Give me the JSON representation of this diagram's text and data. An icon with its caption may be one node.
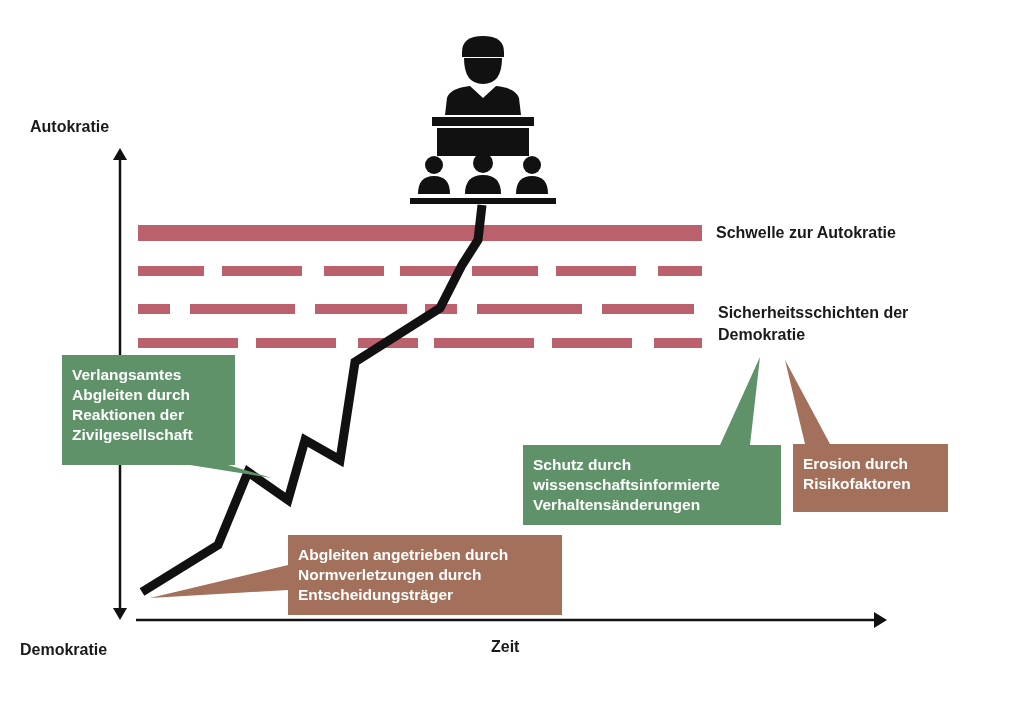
{
  "diagram": {
    "nodes": [
      {
        "text": [
          "Verlangsamtes Abgleiten durch Reaktionen der Zivilgesellschaft"
        ]
      },
      {
        "text": [
          "Schutz durch wissenschaftsinformierte Verhaltensänderungen"
        ]
      },
      {
        "text": [
          "Erosion durch Risikofaktoren"
        ]
      },
      {
        "text": [
          "Abgleiten angetrieben durch Normverletzungen durch Entscheidungsträger"
        ]
      }
    ],
    "edges": [],
    "labels": [
      "Autokratie",
      "Schwelle zur Autokratie",
      "Sicherheitsschichten der Demokratie",
      "Demokratie",
      "Zeit"
    ]
  }
}
